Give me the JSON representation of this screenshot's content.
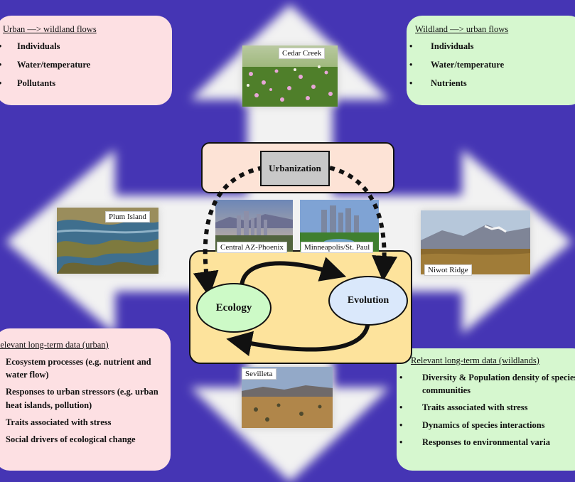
{
  "panels": {
    "urban_to_wildland": {
      "title": "Urban —> wildland  flows",
      "items": [
        "Individuals",
        "Water/temperature",
        "Pollutants"
      ]
    },
    "wildland_to_urban": {
      "title": "Wildland —> urban flows",
      "items": [
        "Individuals",
        "Water/temperature",
        "Nutrients"
      ]
    },
    "urban_data": {
      "title": "Relevant long-term data (urban)",
      "items": [
        "Ecosystem processes (e.g. nutrient and water flow)",
        "Responses to urban stressors (e.g. urban heat islands, pollution)",
        "Traits associated with stress",
        "Social drivers of ecological change"
      ]
    },
    "wildland_data": {
      "title": "Relevant long-term data (wildlands)",
      "items": [
        "Diversity & Population density of species & communities",
        "Traits associated with stress",
        "Dynamics of species interactions",
        "Responses to environmental varia"
      ]
    }
  },
  "sites": {
    "cedar_creek": "Cedar Creek",
    "plum_island": "Plum Island",
    "phoenix": "Central AZ-Phoenix",
    "minneapolis": "Minneapolis/St. Paul",
    "niwot_ridge": "Niwot Ridge",
    "sevilleta": "Sevilleta"
  },
  "center": {
    "urbanization": "Urbanization",
    "ecology": "Ecology",
    "evolution": "Evolution"
  },
  "colors": {
    "background": "#4535b4",
    "urban_panel": "#fde0e3",
    "wildland_panel": "#d6f7cf",
    "urbanization_box": "#fde3d6",
    "core_box": "#fde39c",
    "ecology_node": "#cdfac7",
    "evolution_node": "#dae8fb"
  }
}
